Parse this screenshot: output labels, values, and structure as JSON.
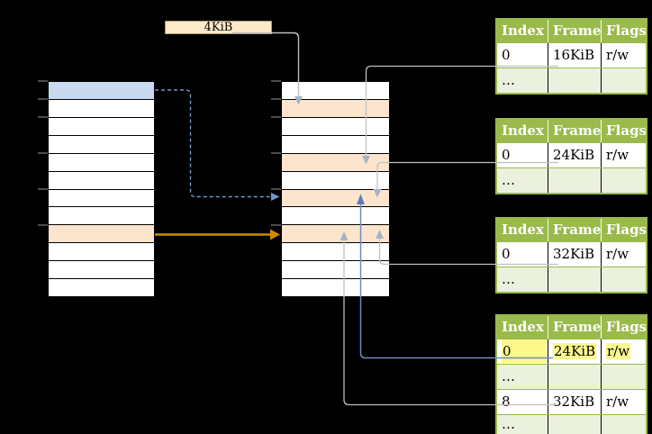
{
  "label_box": {
    "text": "4KiB"
  },
  "memory": {
    "left_column": {
      "rows": [
        "blue",
        "plain",
        "plain",
        "plain",
        "plain",
        "plain",
        "plain",
        "plain",
        "orange",
        "plain",
        "plain",
        "plain"
      ]
    },
    "middle_column": {
      "rows": [
        "plain",
        "orange",
        "plain",
        "plain",
        "orange",
        "plain",
        "orange",
        "plain",
        "orange",
        "plain",
        "plain",
        "plain"
      ]
    }
  },
  "page_table_headers": [
    "Index",
    "Frame",
    "Flags"
  ],
  "page_tables": [
    {
      "id": "page-table-16kib",
      "rows": [
        {
          "cells": [
            "0",
            "16KiB",
            "r/w"
          ],
          "shaded": false,
          "highlight": false
        },
        {
          "cells": [
            "…",
            "",
            ""
          ],
          "shaded": true,
          "highlight": false
        }
      ]
    },
    {
      "id": "page-table-24kib",
      "rows": [
        {
          "cells": [
            "0",
            "24KiB",
            "r/w"
          ],
          "shaded": false,
          "highlight": false
        },
        {
          "cells": [
            "…",
            "",
            ""
          ],
          "shaded": true,
          "highlight": false
        }
      ]
    },
    {
      "id": "page-table-32kib",
      "rows": [
        {
          "cells": [
            "0",
            "32KiB",
            "r/w"
          ],
          "shaded": false,
          "highlight": false
        },
        {
          "cells": [
            "…",
            "",
            ""
          ],
          "shaded": true,
          "highlight": false
        }
      ]
    },
    {
      "id": "page-table-level2",
      "rows": [
        {
          "cells": [
            "0",
            "24KiB",
            "r/w"
          ],
          "shaded": false,
          "highlight": true
        },
        {
          "cells": [
            "…",
            "",
            ""
          ],
          "shaded": true,
          "highlight": false
        },
        {
          "cells": [
            "8",
            "32KiB",
            "r/w"
          ],
          "shaded": false,
          "highlight": false
        },
        {
          "cells": [
            "…",
            "",
            ""
          ],
          "shaded": true,
          "highlight": false
        }
      ]
    }
  ],
  "colors": {
    "blue_row": "#c9daf0",
    "orange_row": "#fde5cd",
    "table_green": "#9aba4b",
    "row_green": "#ebf1dd",
    "highlight_yellow": "#fcf88c",
    "label_box_fill": "#fdeac8",
    "label_box_border": "#a99a72",
    "arrow_gray": "#bfbfbf",
    "arrowhead_gray": "#a8b2c2",
    "arrow_blue": "#6e8bbf",
    "arrowhead_blue": "#5d7db8",
    "arrow_blue_dashed": "#7694c9",
    "arrow_orange": "#ce8b00",
    "tick_gray": "#7f7f7f"
  }
}
